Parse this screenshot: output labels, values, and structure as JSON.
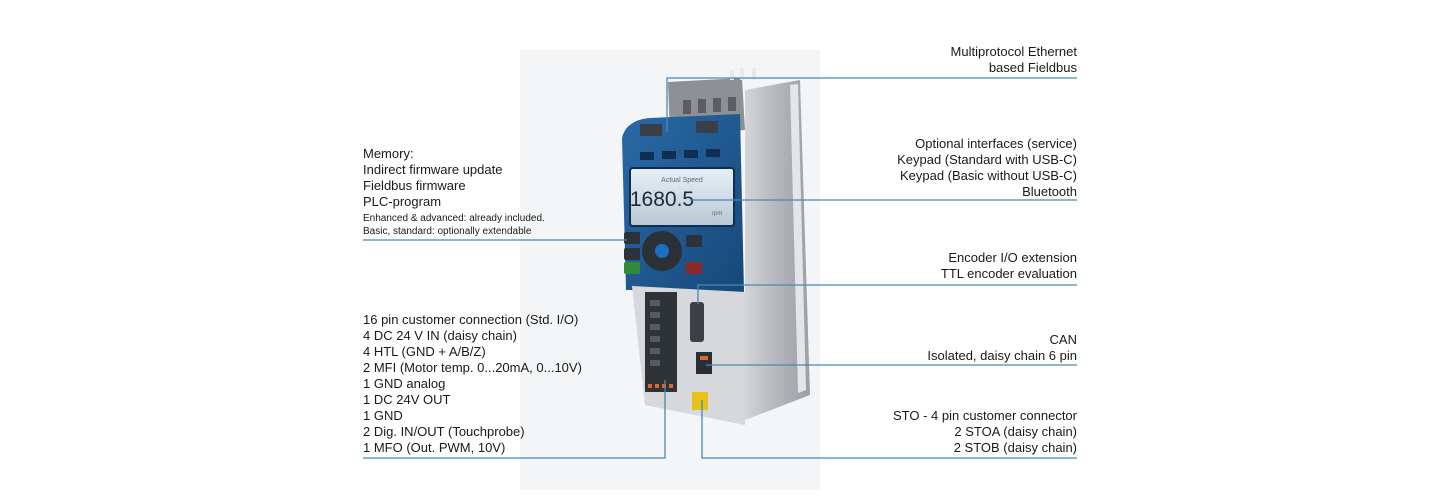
{
  "device": {
    "display_value": "1680.5",
    "display_header": "Actual Speed",
    "display_unit": "rpm"
  },
  "callouts": {
    "ethernet": [
      "Multiprotocol Ethernet",
      "based Fieldbus"
    ],
    "interfaces": [
      "Optional interfaces (service)",
      "Keypad (Standard with USB-C)",
      "Keypad (Basic without USB-C)",
      "Bluetooth"
    ],
    "encoder": [
      "Encoder I/O extension",
      "TTL encoder evaluation"
    ],
    "can": [
      "CAN",
      "Isolated, daisy chain 6 pin"
    ],
    "sto": [
      "STO - 4 pin customer connector",
      "2 STOA (daisy chain)",
      "2 STOB (daisy chain)"
    ],
    "memory": [
      "Memory:",
      "Indirect firmware update",
      "Fieldbus firmware",
      "PLC-program"
    ],
    "memory_small": [
      "Enhanced & advanced: already included.",
      "Basic, standard: optionally extendable"
    ],
    "customer": [
      "16 pin customer connection (Std. I/O)",
      "4 DC 24 V IN (daisy chain)",
      "4 HTL (GND + A/B/Z)",
      "2 MFI (Motor temp. 0...20mA, 0...10V)",
      "1 GND analog",
      "1 DC 24V OUT",
      "1 GND",
      "2 Dig. IN/OUT (Touchprobe)",
      "1 MFO (Out. PWM, 10V)"
    ]
  },
  "colors": {
    "leader_line": "#4a88b8",
    "panel_blue": "#1f5690",
    "housing": "#b9bcc0"
  }
}
